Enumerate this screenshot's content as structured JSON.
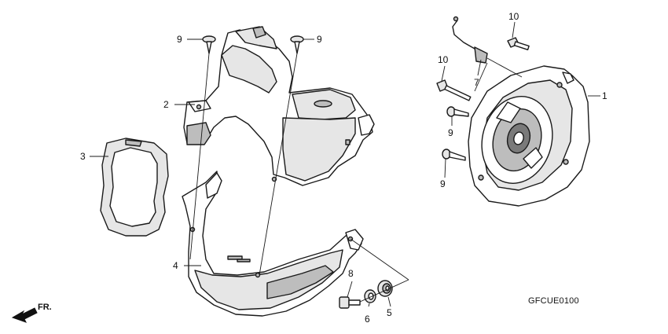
{
  "diagram": {
    "code": "GFCUE0100",
    "direction_label": "FR.",
    "callouts": [
      {
        "id": "c1",
        "label": "1"
      },
      {
        "id": "c2",
        "label": "2"
      },
      {
        "id": "c3",
        "label": "3"
      },
      {
        "id": "c4",
        "label": "4"
      },
      {
        "id": "c5",
        "label": "5"
      },
      {
        "id": "c6",
        "label": "6"
      },
      {
        "id": "c7",
        "label": "7"
      },
      {
        "id": "c8",
        "label": "8"
      },
      {
        "id": "c9a",
        "label": "9"
      },
      {
        "id": "c9b",
        "label": "9"
      },
      {
        "id": "c9c",
        "label": "9"
      },
      {
        "id": "c9d",
        "label": "9"
      },
      {
        "id": "c10a",
        "label": "10"
      },
      {
        "id": "c10b",
        "label": "10"
      }
    ]
  }
}
